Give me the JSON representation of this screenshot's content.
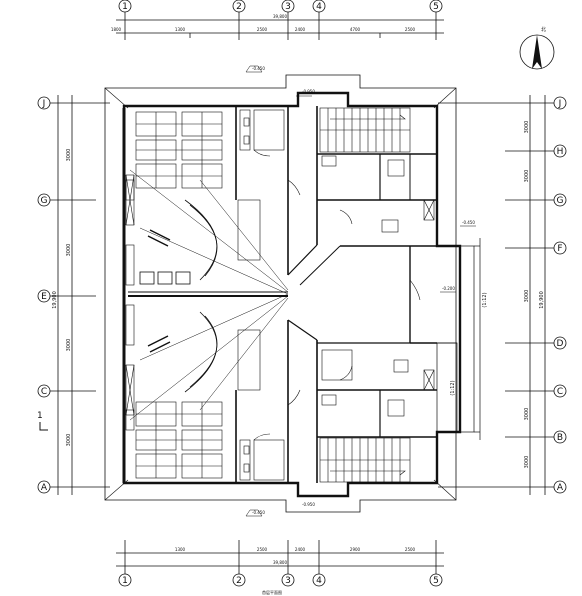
{
  "axes": {
    "top_columns": [
      "1",
      "2",
      "3",
      "4",
      "5"
    ],
    "bottom_columns": [
      "1",
      "2",
      "3",
      "4",
      "5"
    ],
    "left_rows": [
      "J",
      "G",
      "E",
      "C",
      "A"
    ],
    "right_rows": [
      "H",
      "G",
      "F",
      "D",
      "C",
      "B",
      "A"
    ]
  },
  "dimensions": {
    "top_total": "39,800",
    "top_segments": [
      "1300",
      "2500",
      "2400",
      "4700",
      "2500",
      "1800"
    ],
    "bottom_total": "39,800",
    "bottom_segments": [
      "1300",
      "2500",
      "2400",
      "2900",
      "2500"
    ],
    "left_total": "19,900",
    "left_segments": [
      "3000",
      "3000",
      "3000",
      "3000"
    ],
    "right_total": "19,900",
    "right_segments": [
      "3000",
      "3000",
      "3000",
      "3000",
      "3000"
    ]
  },
  "levels": {
    "top": "-0.450",
    "top_stair": "-0.950",
    "bottom": "-0.450",
    "bottom_stair": "-0.950",
    "right_entry": "-0.450",
    "right_ramp": "-0.200"
  },
  "ramp_notes": [
    "(1:12)",
    "(1:12)"
  ],
  "section_mark": "1",
  "north_label": "北",
  "bottom_caption": "首层平面图"
}
